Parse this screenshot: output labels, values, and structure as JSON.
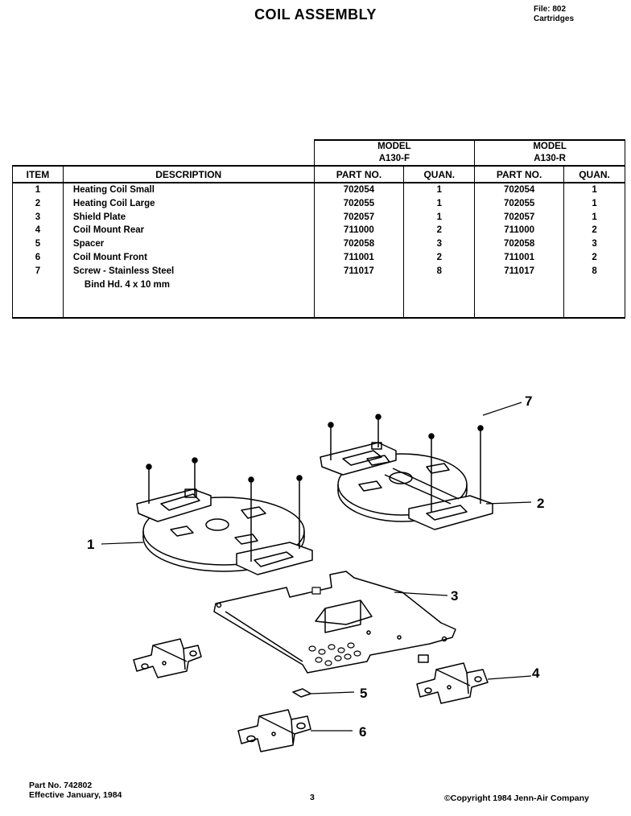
{
  "header": {
    "title": "COIL ASSEMBLY",
    "file_line1": "File: 802",
    "file_line2": "Cartridges"
  },
  "table": {
    "model_label": "MODEL",
    "model_f": "A130-F",
    "model_r": "A130-R",
    "col_item": "ITEM",
    "col_description": "DESCRIPTION",
    "col_part_no": "PART NO.",
    "col_quan": "QUAN.",
    "rows": [
      {
        "item": "1",
        "description": "Heating Coil Small",
        "part_f": "702054",
        "quan_f": "1",
        "part_r": "702054",
        "quan_r": "1"
      },
      {
        "item": "2",
        "description": "Heating Coil Large",
        "part_f": "702055",
        "quan_f": "1",
        "part_r": "702055",
        "quan_r": "1"
      },
      {
        "item": "3",
        "description": "Shield Plate",
        "part_f": "702057",
        "quan_f": "1",
        "part_r": "702057",
        "quan_r": "1"
      },
      {
        "item": "4",
        "description": "Coil Mount Rear",
        "part_f": "711000",
        "quan_f": "2",
        "part_r": "711000",
        "quan_r": "2"
      },
      {
        "item": "5",
        "description": "Spacer",
        "part_f": "702058",
        "quan_f": "3",
        "part_r": "702058",
        "quan_r": "3"
      },
      {
        "item": "6",
        "description": "Coil Mount Front",
        "part_f": "711001",
        "quan_f": "2",
        "part_r": "711001",
        "quan_r": "2"
      },
      {
        "item": "7",
        "description": "Screw - Stainless Steel",
        "part_f": "711017",
        "quan_f": "8",
        "part_r": "711017",
        "quan_r": "8"
      }
    ],
    "row7_desc_line2": "Bind Hd. 4 x 10 mm"
  },
  "drawing": {
    "callouts": [
      "1",
      "2",
      "3",
      "4",
      "5",
      "6",
      "7"
    ]
  },
  "footer": {
    "part_no": "Part No. 742802",
    "effective": "Effective January, 1984",
    "page": "3",
    "copyright": "©Copyright 1984 Jenn-Air Company"
  }
}
